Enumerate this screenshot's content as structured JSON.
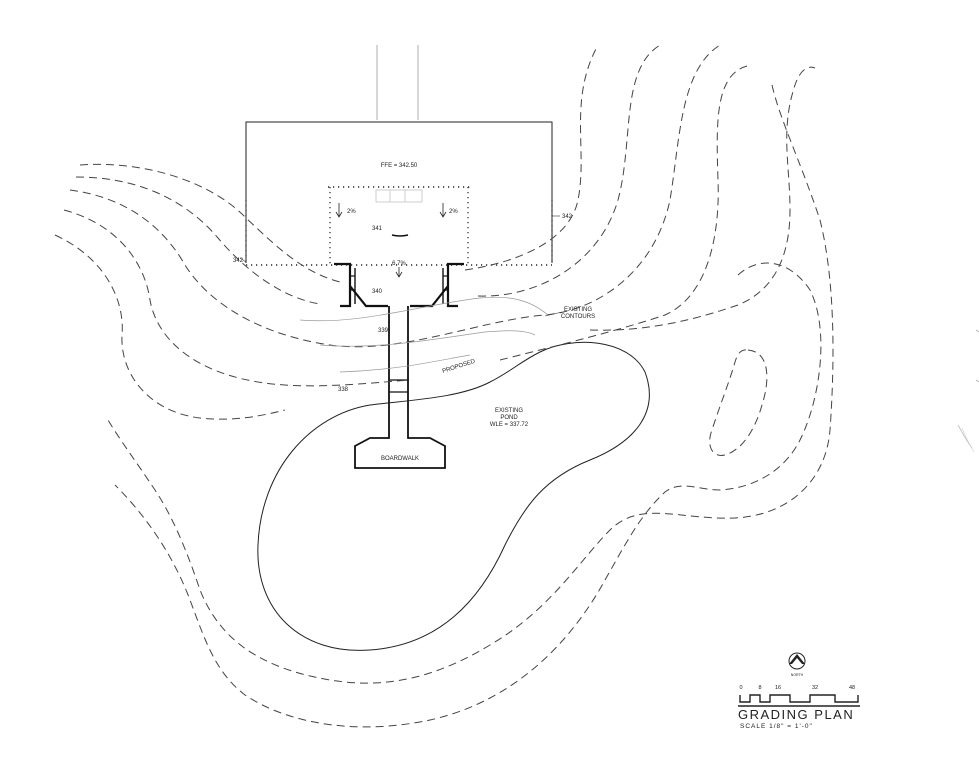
{
  "plan": {
    "ffe_label": "FFE = 342.50",
    "slope_left": "2%",
    "slope_right": "2%",
    "slope_center": "6.7%",
    "contours": {
      "c342_left": "342",
      "c342_right": "342",
      "c341": "341",
      "c340": "340",
      "c339": "339",
      "c338": "338"
    },
    "existing_contours_label": [
      "EXISTING",
      "CONTOURS"
    ],
    "proposed_label": "PROPOSED",
    "pond_label": [
      "EXISTING",
      "POND",
      "WLE = 337.72"
    ],
    "boardwalk_label": "BOARDWALK"
  },
  "title_block": {
    "north_label": "NORTH",
    "scale_ticks": [
      "0",
      "8",
      "16",
      "32",
      "48"
    ],
    "title": "GRADING PLAN",
    "scale": "SCALE 1/8\" = 1'-0\""
  }
}
